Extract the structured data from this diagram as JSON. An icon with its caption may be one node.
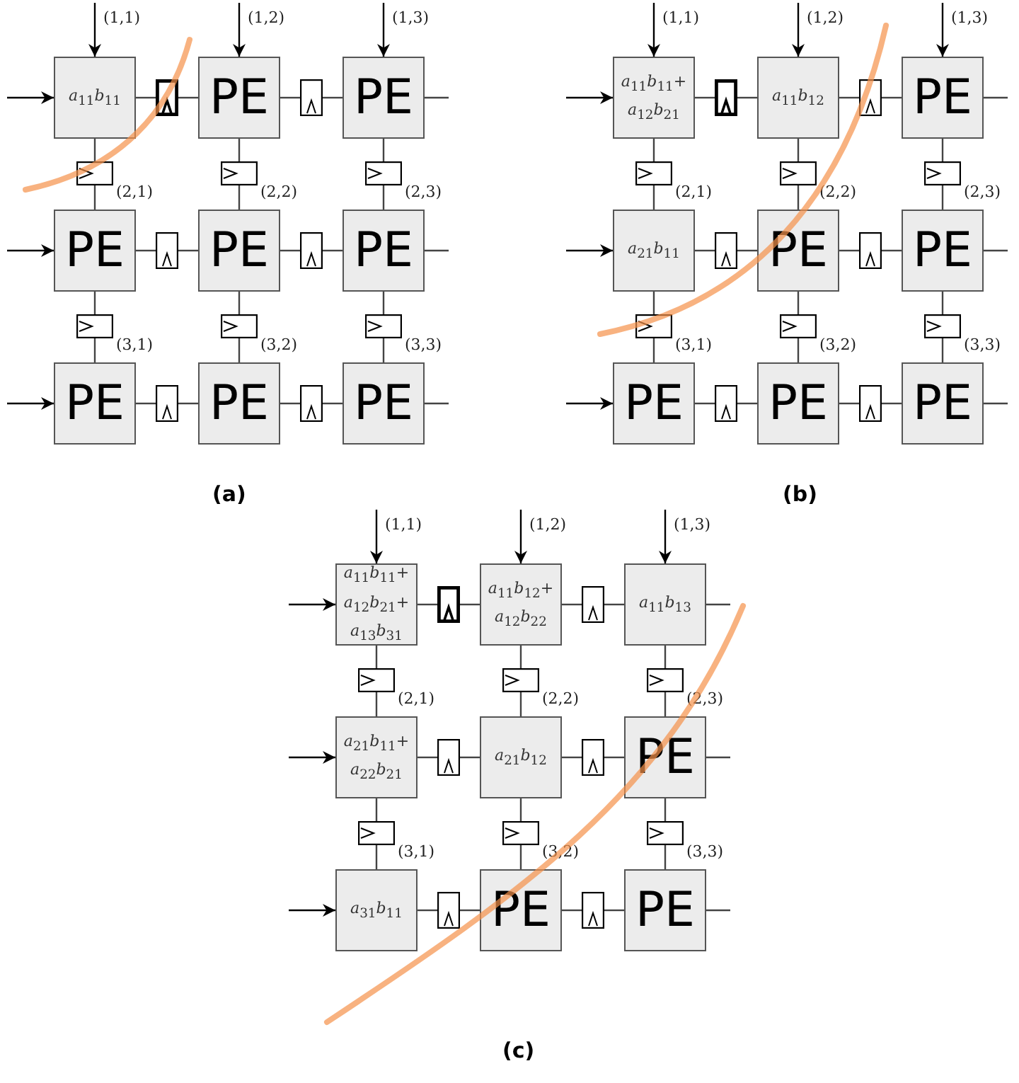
{
  "diagram": {
    "nodes": [
      {
        "text": [
          "*a*$_{11}$*b*$_{11}$"
        ]
      },
      {
        "text": [],
        "shape": "box"
      },
      {
        "text": [
          "PE"
        ]
      },
      {
        "text": [],
        "shape": "box"
      },
      {
        "text": [
          "PE"
        ]
      },
      {
        "text": [],
        "shape": "box",
        "beside": [
          "(2,1)"
        ]
      },
      {
        "text": [],
        "shape": "box",
        "beside": [
          "(2,2)"
        ]
      },
      {
        "text": [],
        "shape": "box",
        "beside": [
          "(2,3)"
        ]
      },
      {
        "text": [
          "PE"
        ]
      },
      {
        "text": [],
        "shape": "box"
      },
      {
        "text": [
          "PE"
        ]
      },
      {
        "text": [],
        "shape": "box"
      },
      {
        "text": [
          "PE"
        ]
      },
      {
        "text": [],
        "shape": "box",
        "beside": [
          "(3,1)"
        ]
      },
      {
        "text": [],
        "shape": "box",
        "beside": [
          "(3,2)"
        ]
      },
      {
        "text": [],
        "shape": "box",
        "beside": [
          "(3,3)"
        ]
      },
      {
        "text": [
          "PE"
        ]
      },
      {
        "text": [],
        "shape": "box"
      },
      {
        "text": [
          "PE"
        ]
      },
      {
        "text": [],
        "shape": "box"
      },
      {
        "text": [
          "PE"
        ]
      },
      {
        "text": [
          "*a*$_{11}$*b*$_{11}$+ *a*$_{12}$*b*$_{21}$"
        ]
      },
      {
        "text": [],
        "shape": "box"
      },
      {
        "text": [
          "*a*$_{11}$*b*$_{12}$"
        ]
      },
      {
        "text": [],
        "shape": "box"
      },
      {
        "text": [
          "PE"
        ]
      },
      {
        "text": [],
        "shape": "box",
        "beside": [
          "(2,1)"
        ]
      },
      {
        "text": [],
        "shape": "box",
        "beside": [
          "(2,2)"
        ]
      },
      {
        "text": [],
        "shape": "box",
        "beside": [
          "(2,3)"
        ]
      },
      {
        "text": [
          "*a*$_{21}$*b*$_{11}$"
        ]
      },
      {
        "text": [],
        "shape": "box"
      },
      {
        "text": [
          "PE"
        ]
      },
      {
        "text": [],
        "shape": "box"
      },
      {
        "text": [
          "PE"
        ]
      },
      {
        "text": [],
        "shape": "box",
        "beside": [
          "(3,1)"
        ]
      },
      {
        "text": [],
        "shape": "box",
        "beside": [
          "(3,2)"
        ]
      },
      {
        "text": [],
        "shape": "box",
        "beside": [
          "(3,3)"
        ]
      },
      {
        "text": [
          "PE"
        ]
      },
      {
        "text": [],
        "shape": "box"
      },
      {
        "text": [
          "PE"
        ]
      },
      {
        "text": [],
        "shape": "box"
      },
      {
        "text": [
          "PE"
        ]
      },
      {
        "text": [
          "*a*$_{11}$*b*$_{11}$+ *a*$_{12}$*b*$_{21}$+ *a*$_{13}$*b*$_{31}$"
        ]
      },
      {
        "text": [],
        "shape": "box"
      },
      {
        "text": [
          "*a*$_{11}$*b*$_{12}$+ *a*$_{12}$*b*$_{22}$"
        ]
      },
      {
        "text": [],
        "shape": "box"
      },
      {
        "text": [
          "*a*$_{11}$*b*$_{13}$"
        ]
      },
      {
        "text": [],
        "shape": "box",
        "beside": [
          "(2,1)"
        ]
      },
      {
        "text": [],
        "shape": "box",
        "beside": [
          "(2,2)"
        ]
      },
      {
        "text": [],
        "shape": "box",
        "beside": [
          "(2,3)"
        ]
      },
      {
        "text": [
          "*a*$_{21}$*b*$_{11}$+ *a*$_{22}$*b*$_{21}$"
        ]
      },
      {
        "text": [],
        "shape": "box"
      },
      {
        "text": [
          "*a*$_{21}$*b*$_{12}$"
        ]
      },
      {
        "text": [],
        "shape": "box"
      },
      {
        "text": [
          "PE"
        ]
      },
      {
        "text": [],
        "shape": "box",
        "beside": [
          "(3,1)"
        ]
      },
      {
        "text": [],
        "shape": "box",
        "beside": [
          "(3,2)"
        ]
      },
      {
        "text": [],
        "shape": "box",
        "beside": [
          "(3,3)"
        ]
      },
      {
        "text": [
          "*a*$_{31}$*b*$_{11}$"
        ]
      },
      {
        "text": [],
        "shape": "box"
      },
      {
        "text": [
          "PE"
        ]
      },
      {
        "text": [],
        "shape": "box"
      },
      {
        "text": [
          "PE"
        ]
      }
    ],
    "edges": [
      {
        "from": 0,
        "to": 1,
        "arrow": "none"
      },
      {
        "from": 1,
        "to": 2,
        "arrow": "none"
      },
      {
        "from": 2,
        "to": 3,
        "arrow": "none"
      },
      {
        "from": 3,
        "to": 4,
        "arrow": "none"
      },
      {
        "from": 8,
        "to": 9,
        "arrow": "none"
      },
      {
        "from": 9,
        "to": 10,
        "arrow": "none"
      },
      {
        "from": 10,
        "to": 11,
        "arrow": "none"
      },
      {
        "from": 11,
        "to": 12,
        "arrow": "none"
      },
      {
        "from": 16,
        "to": 17,
        "arrow": "none"
      },
      {
        "from": 17,
        "to": 18,
        "arrow": "none"
      },
      {
        "from": 18,
        "to": 19,
        "arrow": "none"
      },
      {
        "from": 19,
        "to": 20,
        "arrow": "none"
      },
      {
        "from": 0,
        "to": 5,
        "arrow": "none"
      },
      {
        "from": 5,
        "to": 8,
        "arrow": "none"
      },
      {
        "from": 8,
        "to": 13,
        "arrow": "none"
      },
      {
        "from": 13,
        "to": 16,
        "arrow": "none"
      },
      {
        "from": 2,
        "to": 6,
        "arrow": "none"
      },
      {
        "from": 6,
        "to": 10,
        "arrow": "none"
      },
      {
        "from": 10,
        "to": 14,
        "arrow": "none"
      },
      {
        "from": 14,
        "to": 18,
        "arrow": "none"
      },
      {
        "from": 4,
        "to": 7,
        "arrow": "none"
      },
      {
        "from": 7,
        "to": 12,
        "arrow": "none"
      },
      {
        "from": 12,
        "to": 15,
        "arrow": "none"
      },
      {
        "from": 15,
        "to": 20,
        "arrow": "none"
      },
      {
        "from": null,
        "to": 0,
        "arrow": "to"
      },
      {
        "from": null,
        "to": 2,
        "arrow": "to"
      },
      {
        "from": null,
        "to": 4,
        "arrow": "to"
      },
      {
        "from": null,
        "to": 0,
        "arrow": "to"
      },
      {
        "from": null,
        "to": 8,
        "arrow": "to"
      },
      {
        "from": null,
        "to": 16,
        "arrow": "to"
      },
      {
        "from": 4,
        "to": null,
        "arrow": "none"
      },
      {
        "from": 12,
        "to": null,
        "arrow": "none"
      },
      {
        "from": 20,
        "to": null,
        "arrow": "none"
      },
      {
        "from": 21,
        "to": 22,
        "arrow": "none"
      },
      {
        "from": 22,
        "to": 23,
        "arrow": "none"
      },
      {
        "from": 23,
        "to": 24,
        "arrow": "none"
      },
      {
        "from": 24,
        "to": 25,
        "arrow": "none"
      },
      {
        "from": 29,
        "to": 30,
        "arrow": "none"
      },
      {
        "from": 30,
        "to": 31,
        "arrow": "none"
      },
      {
        "from": 31,
        "to": 32,
        "arrow": "none"
      },
      {
        "from": 32,
        "to": 33,
        "arrow": "none"
      },
      {
        "from": 37,
        "to": 38,
        "arrow": "none"
      },
      {
        "from": 38,
        "to": 39,
        "arrow": "none"
      },
      {
        "from": 39,
        "to": 40,
        "arrow": "none"
      },
      {
        "from": 40,
        "to": 41,
        "arrow": "none"
      },
      {
        "from": 21,
        "to": 26,
        "arrow": "none"
      },
      {
        "from": 26,
        "to": 29,
        "arrow": "none"
      },
      {
        "from": 29,
        "to": 34,
        "arrow": "none"
      },
      {
        "from": 34,
        "to": 37,
        "arrow": "none"
      },
      {
        "from": 23,
        "to": 27,
        "arrow": "none"
      },
      {
        "from": 27,
        "to": 31,
        "arrow": "none"
      },
      {
        "from": 31,
        "to": 35,
        "arrow": "none"
      },
      {
        "from": 35,
        "to": 39,
        "arrow": "none"
      },
      {
        "from": 25,
        "to": 28,
        "arrow": "none"
      },
      {
        "from": 28,
        "to": 33,
        "arrow": "none"
      },
      {
        "from": 33,
        "to": 36,
        "arrow": "none"
      },
      {
        "from": 36,
        "to": 41,
        "arrow": "none"
      },
      {
        "from": null,
        "to": 21,
        "arrow": "to"
      },
      {
        "from": null,
        "to": 23,
        "arrow": "to"
      },
      {
        "from": null,
        "to": 25,
        "arrow": "to"
      },
      {
        "from": null,
        "to": 21,
        "arrow": "to"
      },
      {
        "from": null,
        "to": 29,
        "arrow": "to"
      },
      {
        "from": null,
        "to": 37,
        "arrow": "to"
      },
      {
        "from": 25,
        "to": null,
        "arrow": "none"
      },
      {
        "from": 33,
        "to": null,
        "arrow": "none"
      },
      {
        "from": 41,
        "to": null,
        "arrow": "none"
      },
      {
        "from": 42,
        "to": 43,
        "arrow": "none"
      },
      {
        "from": 43,
        "to": 44,
        "arrow": "none"
      },
      {
        "from": 44,
        "to": 45,
        "arrow": "none"
      },
      {
        "from": 45,
        "to": 46,
        "arrow": "none"
      },
      {
        "from": 50,
        "to": 51,
        "arrow": "none"
      },
      {
        "from": 51,
        "to": 52,
        "arrow": "none"
      },
      {
        "from": 52,
        "to": 53,
        "arrow": "none"
      },
      {
        "from": 53,
        "to": 54,
        "arrow": "none"
      },
      {
        "from": 58,
        "to": 59,
        "arrow": "none"
      },
      {
        "from": 59,
        "to": 60,
        "arrow": "none"
      },
      {
        "from": 60,
        "to": 61,
        "arrow": "none"
      },
      {
        "from": 61,
        "to": 62,
        "arrow": "none"
      },
      {
        "from": 42,
        "to": 47,
        "arrow": "none"
      },
      {
        "from": 47,
        "to": 50,
        "arrow": "none"
      },
      {
        "from": 50,
        "to": 55,
        "arrow": "none"
      },
      {
        "from": 55,
        "to": 58,
        "arrow": "none"
      },
      {
        "from": 44,
        "to": 48,
        "arrow": "none"
      },
      {
        "from": 48,
        "to": 52,
        "arrow": "none"
      },
      {
        "from": 52,
        "to": 56,
        "arrow": "none"
      },
      {
        "from": 56,
        "to": 60,
        "arrow": "none"
      },
      {
        "from": 46,
        "to": 49,
        "arrow": "none"
      },
      {
        "from": 49,
        "to": 54,
        "arrow": "none"
      },
      {
        "from": 54,
        "to": 57,
        "arrow": "none"
      },
      {
        "from": 57,
        "to": 62,
        "arrow": "none"
      },
      {
        "from": null,
        "to": 42,
        "arrow": "to"
      },
      {
        "from": null,
        "to": 44,
        "arrow": "to"
      },
      {
        "from": null,
        "to": 46,
        "arrow": "to"
      },
      {
        "from": null,
        "to": 42,
        "arrow": "to"
      },
      {
        "from": null,
        "to": 50,
        "arrow": "to"
      },
      {
        "from": null,
        "to": 58,
        "arrow": "to"
      },
      {
        "from": 46,
        "to": null,
        "arrow": "none"
      },
      {
        "from": 54,
        "to": null,
        "arrow": "none"
      },
      {
        "from": 62,
        "to": null,
        "arrow": "none"
      }
    ],
    "labels": [
      "(1,1)",
      "(1,2)",
      "(1,3)",
      "(1,1)",
      "(1,2)",
      "(1,3)",
      "(a)",
      "(b)",
      "(1,1)",
      "(1,2)",
      "(1,3)",
      "(c)"
    ]
  }
}
